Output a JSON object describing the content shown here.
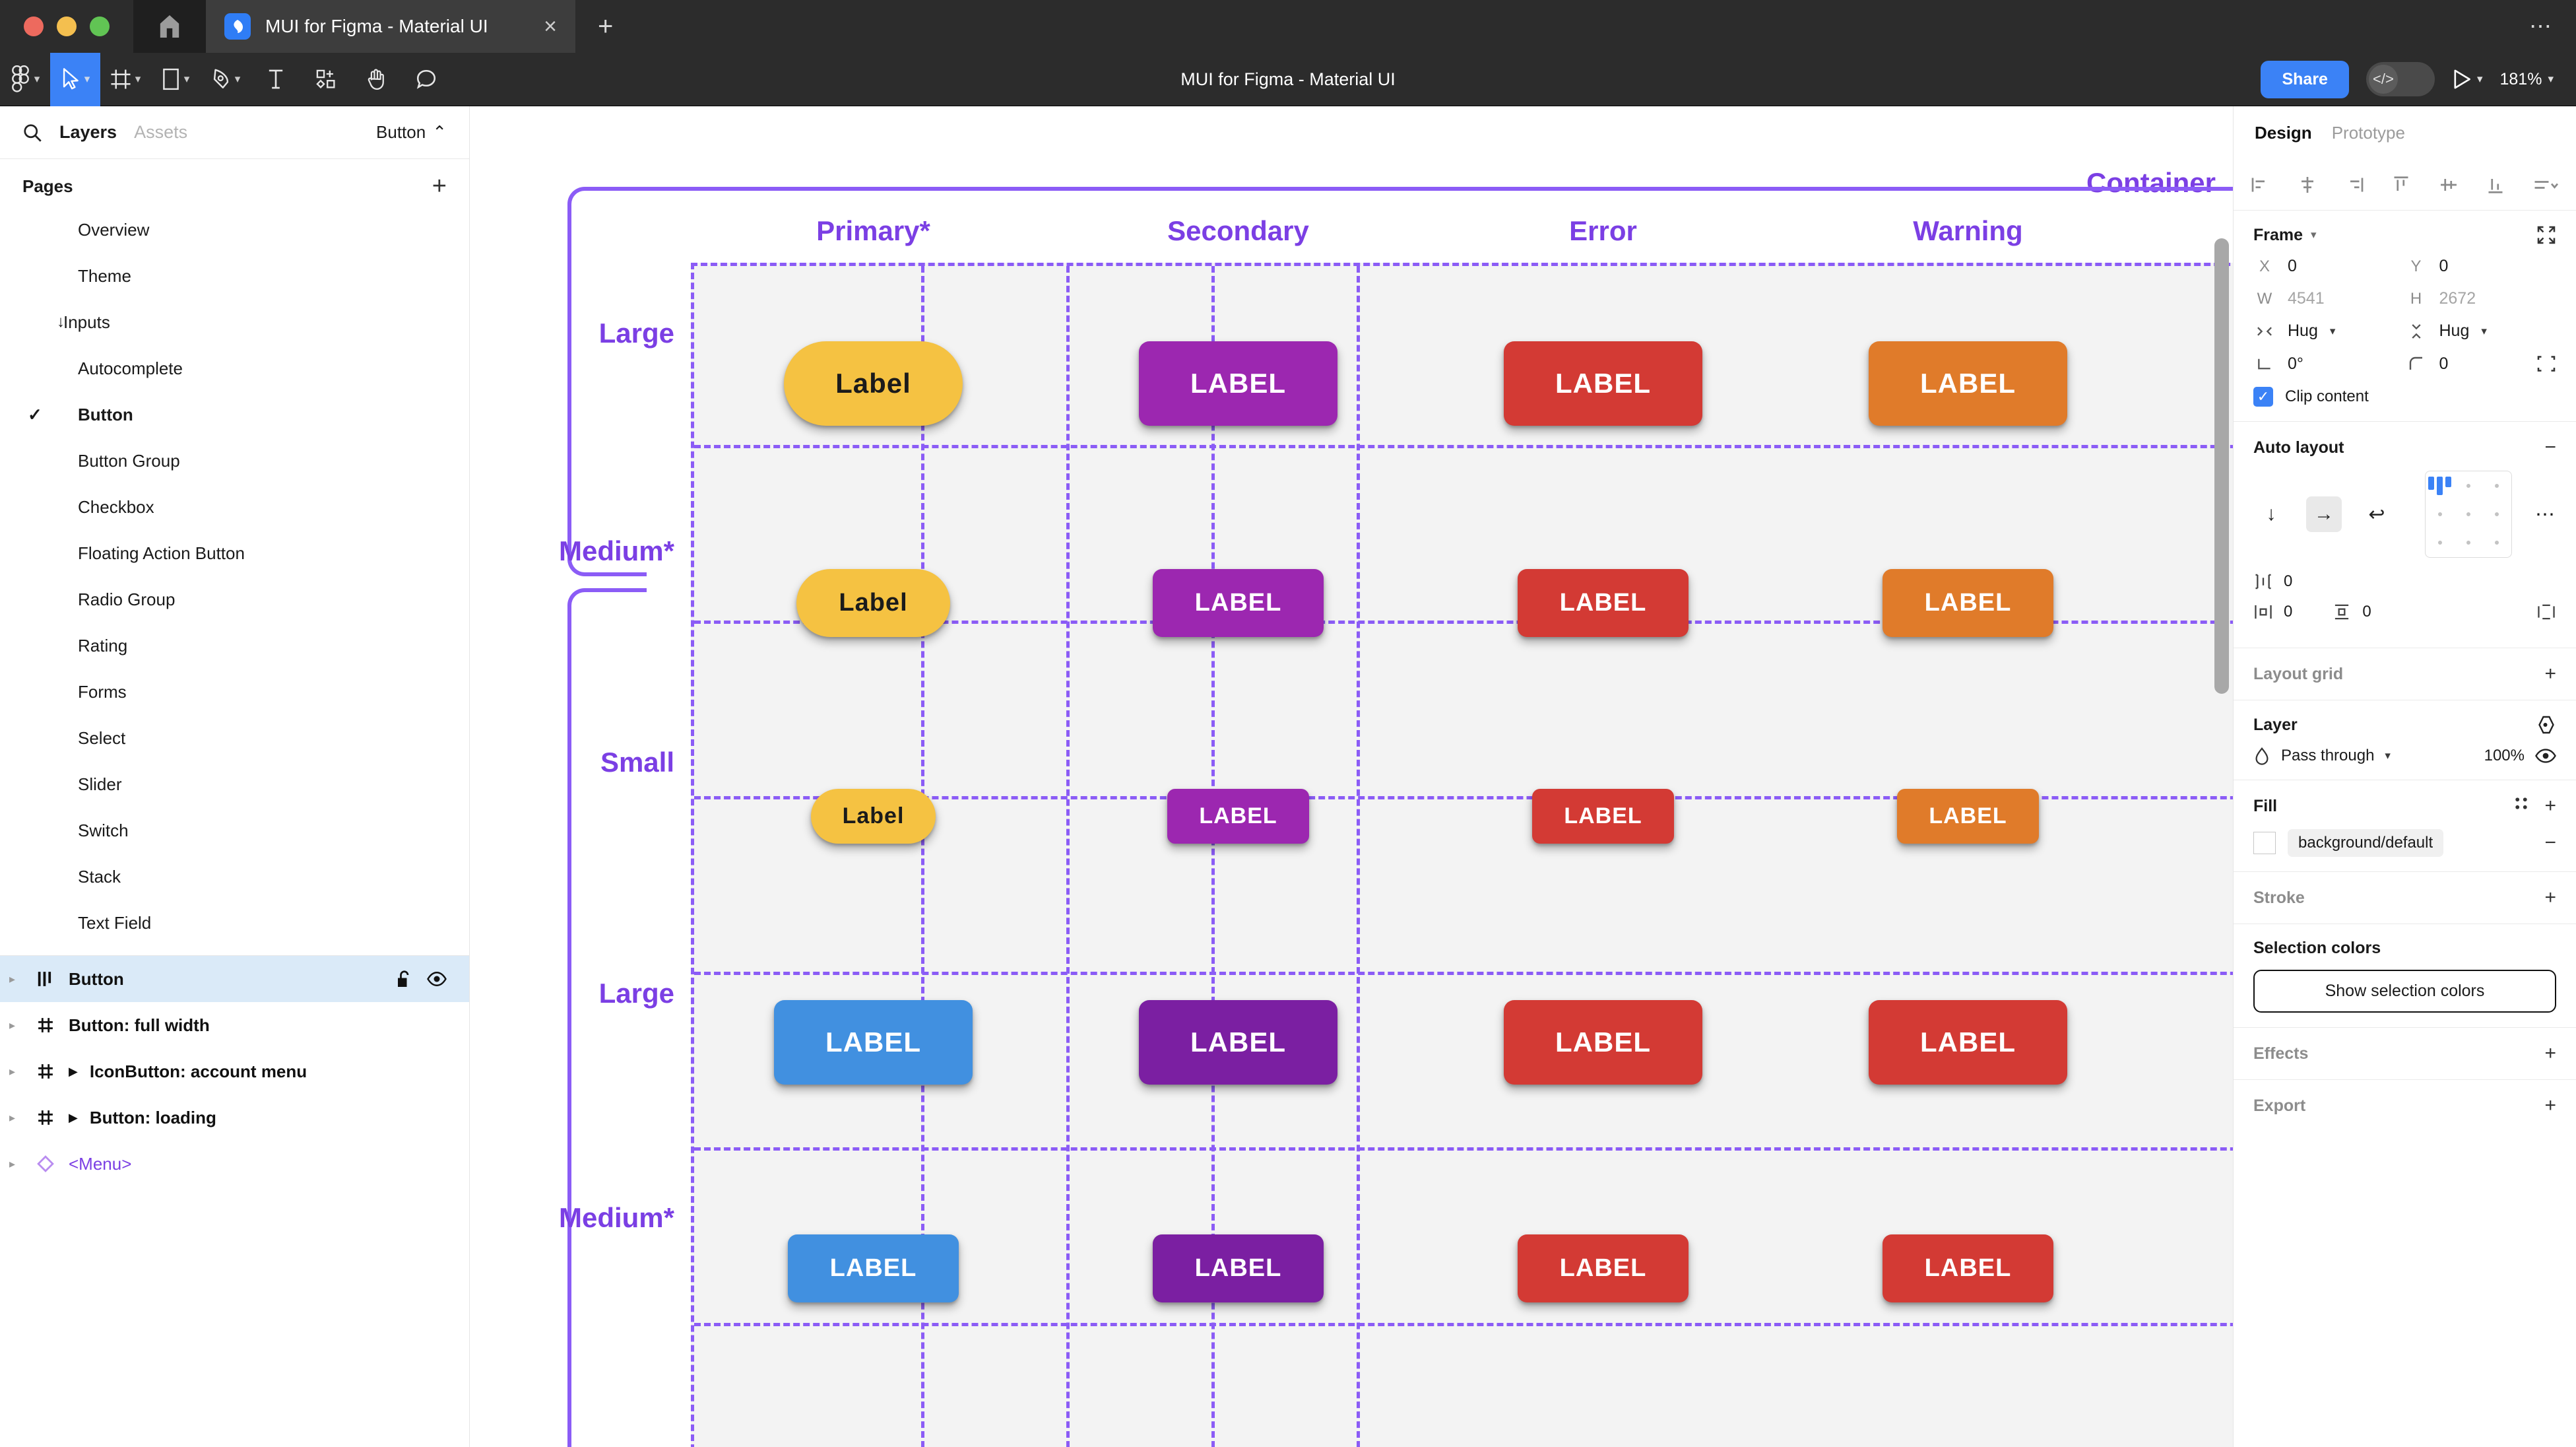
{
  "window": {
    "tab_title": "MUI for Figma - Material UI",
    "close_label": "×",
    "new_tab_label": "+",
    "menu_label": "⋯"
  },
  "toolbar": {
    "doc_title": "MUI for Figma - Material UI",
    "share_label": "Share",
    "devmode_glyph": "</>",
    "zoom_label": "181%",
    "caret": "⌄"
  },
  "left_panel": {
    "tabs": [
      {
        "label": "Layers",
        "active": true
      },
      {
        "label": "Assets",
        "active": false
      }
    ],
    "page_selector": "Button",
    "page_selector_caret": "⌃",
    "pages_header": "Pages",
    "pages_add": "+",
    "pages": [
      {
        "label": "Overview",
        "indent": 1,
        "expander": ""
      },
      {
        "label": "Theme",
        "indent": 1,
        "expander": ""
      },
      {
        "label": "Inputs",
        "indent": 1,
        "expander": "↓"
      },
      {
        "label": "Autocomplete",
        "indent": 2,
        "expander": ""
      },
      {
        "label": "Button",
        "indent": 2,
        "expander": "",
        "checked": true
      },
      {
        "label": "Button Group",
        "indent": 2,
        "expander": ""
      },
      {
        "label": "Checkbox",
        "indent": 2,
        "expander": ""
      },
      {
        "label": "Floating Action Button",
        "indent": 2,
        "expander": ""
      },
      {
        "label": "Radio Group",
        "indent": 2,
        "expander": ""
      },
      {
        "label": "Rating",
        "indent": 2,
        "expander": ""
      },
      {
        "label": "Forms",
        "indent": 2,
        "expander": ""
      },
      {
        "label": "Select",
        "indent": 2,
        "expander": ""
      },
      {
        "label": "Slider",
        "indent": 2,
        "expander": ""
      },
      {
        "label": "Switch",
        "indent": 2,
        "expander": ""
      },
      {
        "label": "Stack",
        "indent": 2,
        "expander": ""
      },
      {
        "label": "Text Field",
        "indent": 2,
        "expander": ""
      }
    ],
    "layers": [
      {
        "name": "Button",
        "icon": "component-set-icon",
        "selected": true,
        "triangle": false,
        "purple": false,
        "lock": true,
        "eye": true
      },
      {
        "name": "Button: full width",
        "icon": "component-icon",
        "selected": false,
        "triangle": false,
        "purple": false
      },
      {
        "name": "IconButton: account menu",
        "icon": "component-icon",
        "selected": false,
        "triangle": true,
        "purple": false
      },
      {
        "name": "Button: loading",
        "icon": "component-icon",
        "selected": false,
        "triangle": true,
        "purple": false
      },
      {
        "name": "<Menu>",
        "icon": "instance-icon",
        "selected": false,
        "triangle": false,
        "purple": true
      }
    ]
  },
  "canvas": {
    "container_label": "Container",
    "accent_color": "#7b3fe4",
    "grid_bg": "#f3f3f3",
    "columns": [
      "Primary*",
      "Secondary",
      "Error",
      "Warning"
    ],
    "groups": [
      {
        "rows": [
          "Large",
          "Medium*",
          "Small"
        ]
      },
      {
        "rows": [
          "Large",
          "Medium*"
        ]
      }
    ],
    "buttons": [
      {
        "row": "Large",
        "group": 1,
        "col": "Primary*",
        "text": "Label",
        "size": "lg",
        "shape": "pill",
        "bg": "#f5c242",
        "fg": "#1b1b1b"
      },
      {
        "row": "Large",
        "group": 1,
        "col": "Secondary",
        "text": "LABEL",
        "size": "lg",
        "shape": "rect",
        "bg": "#9c27b0",
        "fg": "#ffffff"
      },
      {
        "row": "Large",
        "group": 1,
        "col": "Error",
        "text": "LABEL",
        "size": "lg",
        "shape": "rect",
        "bg": "#d33a34",
        "fg": "#ffffff"
      },
      {
        "row": "Large",
        "group": 1,
        "col": "Warning",
        "text": "LABEL",
        "size": "lg",
        "shape": "rect",
        "bg": "#e07b2a",
        "fg": "#ffffff"
      },
      {
        "row": "Medium*",
        "group": 1,
        "col": "Primary*",
        "text": "Label",
        "size": "md",
        "shape": "pill",
        "bg": "#f5c242",
        "fg": "#1b1b1b"
      },
      {
        "row": "Medium*",
        "group": 1,
        "col": "Secondary",
        "text": "LABEL",
        "size": "md",
        "shape": "rect",
        "bg": "#9c27b0",
        "fg": "#ffffff"
      },
      {
        "row": "Medium*",
        "group": 1,
        "col": "Error",
        "text": "LABEL",
        "size": "md",
        "shape": "rect",
        "bg": "#d33a34",
        "fg": "#ffffff"
      },
      {
        "row": "Medium*",
        "group": 1,
        "col": "Warning",
        "text": "LABEL",
        "size": "md",
        "shape": "rect",
        "bg": "#e07b2a",
        "fg": "#ffffff"
      },
      {
        "row": "Small",
        "group": 1,
        "col": "Primary*",
        "text": "Label",
        "size": "sm",
        "shape": "pill",
        "bg": "#f5c242",
        "fg": "#1b1b1b"
      },
      {
        "row": "Small",
        "group": 1,
        "col": "Secondary",
        "text": "LABEL",
        "size": "sm",
        "shape": "rect",
        "bg": "#9c27b0",
        "fg": "#ffffff"
      },
      {
        "row": "Small",
        "group": 1,
        "col": "Error",
        "text": "LABEL",
        "size": "sm",
        "shape": "rect",
        "bg": "#d33a34",
        "fg": "#ffffff"
      },
      {
        "row": "Small",
        "group": 1,
        "col": "Warning",
        "text": "LABEL",
        "size": "sm",
        "shape": "rect",
        "bg": "#e07b2a",
        "fg": "#ffffff"
      },
      {
        "row": "Large",
        "group": 2,
        "col": "Primary*",
        "text": "LABEL",
        "size": "lg",
        "shape": "rect",
        "bg": "#4190e0",
        "fg": "#ffffff"
      },
      {
        "row": "Large",
        "group": 2,
        "col": "Secondary",
        "text": "LABEL",
        "size": "lg",
        "shape": "rect",
        "bg": "#7b1fa2",
        "fg": "#ffffff"
      },
      {
        "row": "Large",
        "group": 2,
        "col": "Error",
        "text": "LABEL",
        "size": "lg",
        "shape": "rect",
        "bg": "#d33a34",
        "fg": "#ffffff"
      },
      {
        "row": "Large",
        "group": 2,
        "col": "Warning",
        "text": "LABEL",
        "size": "lg",
        "shape": "rect",
        "bg": "#d33a34",
        "fg": "#ffffff"
      },
      {
        "row": "Medium*",
        "group": 2,
        "col": "Primary*",
        "text": "LABEL",
        "size": "md",
        "shape": "rect",
        "bg": "#4190e0",
        "fg": "#ffffff"
      },
      {
        "row": "Medium*",
        "group": 2,
        "col": "Secondary",
        "text": "LABEL",
        "size": "md",
        "shape": "rect",
        "bg": "#7b1fa2",
        "fg": "#ffffff"
      },
      {
        "row": "Medium*",
        "group": 2,
        "col": "Error",
        "text": "LABEL",
        "size": "md",
        "shape": "rect",
        "bg": "#d33a34",
        "fg": "#ffffff"
      },
      {
        "row": "Medium*",
        "group": 2,
        "col": "Warning",
        "text": "LABEL",
        "size": "md",
        "shape": "rect",
        "bg": "#d33a34",
        "fg": "#ffffff"
      }
    ]
  },
  "right_panel": {
    "tabs": [
      {
        "label": "Design",
        "active": true
      },
      {
        "label": "Prototype",
        "active": false
      }
    ],
    "frame": {
      "title": "Frame",
      "x_key": "X",
      "x_value": "0",
      "y_key": "Y",
      "y_value": "0",
      "w_key": "W",
      "w_value": "4541",
      "h_key": "H",
      "h_value": "2672",
      "hug_width": "Hug",
      "hug_height": "Hug",
      "rotation": "0°",
      "corner_radius": "0",
      "clip_content_label": "Clip content",
      "clip_content_checked": true
    },
    "auto_layout": {
      "title": "Auto layout",
      "collapse": "−",
      "direction_vertical": "↓",
      "direction_horizontal": "→",
      "direction_wrap": "↩",
      "gap": "0",
      "padding_horizontal": "0",
      "padding_vertical": "0",
      "more": "⋯"
    },
    "layout_grid": {
      "title": "Layout grid",
      "add": "+"
    },
    "layer": {
      "title": "Layer",
      "blend_mode": "Pass through",
      "opacity": "100%"
    },
    "fill": {
      "title": "Fill",
      "add": "+",
      "style_name": "background/default",
      "remove": "−"
    },
    "stroke": {
      "title": "Stroke",
      "add": "+"
    },
    "selection_colors": {
      "title": "Selection colors",
      "button_label": "Show selection colors"
    },
    "effects": {
      "title": "Effects",
      "add": "+"
    },
    "export": {
      "title": "Export",
      "add": "+"
    }
  }
}
